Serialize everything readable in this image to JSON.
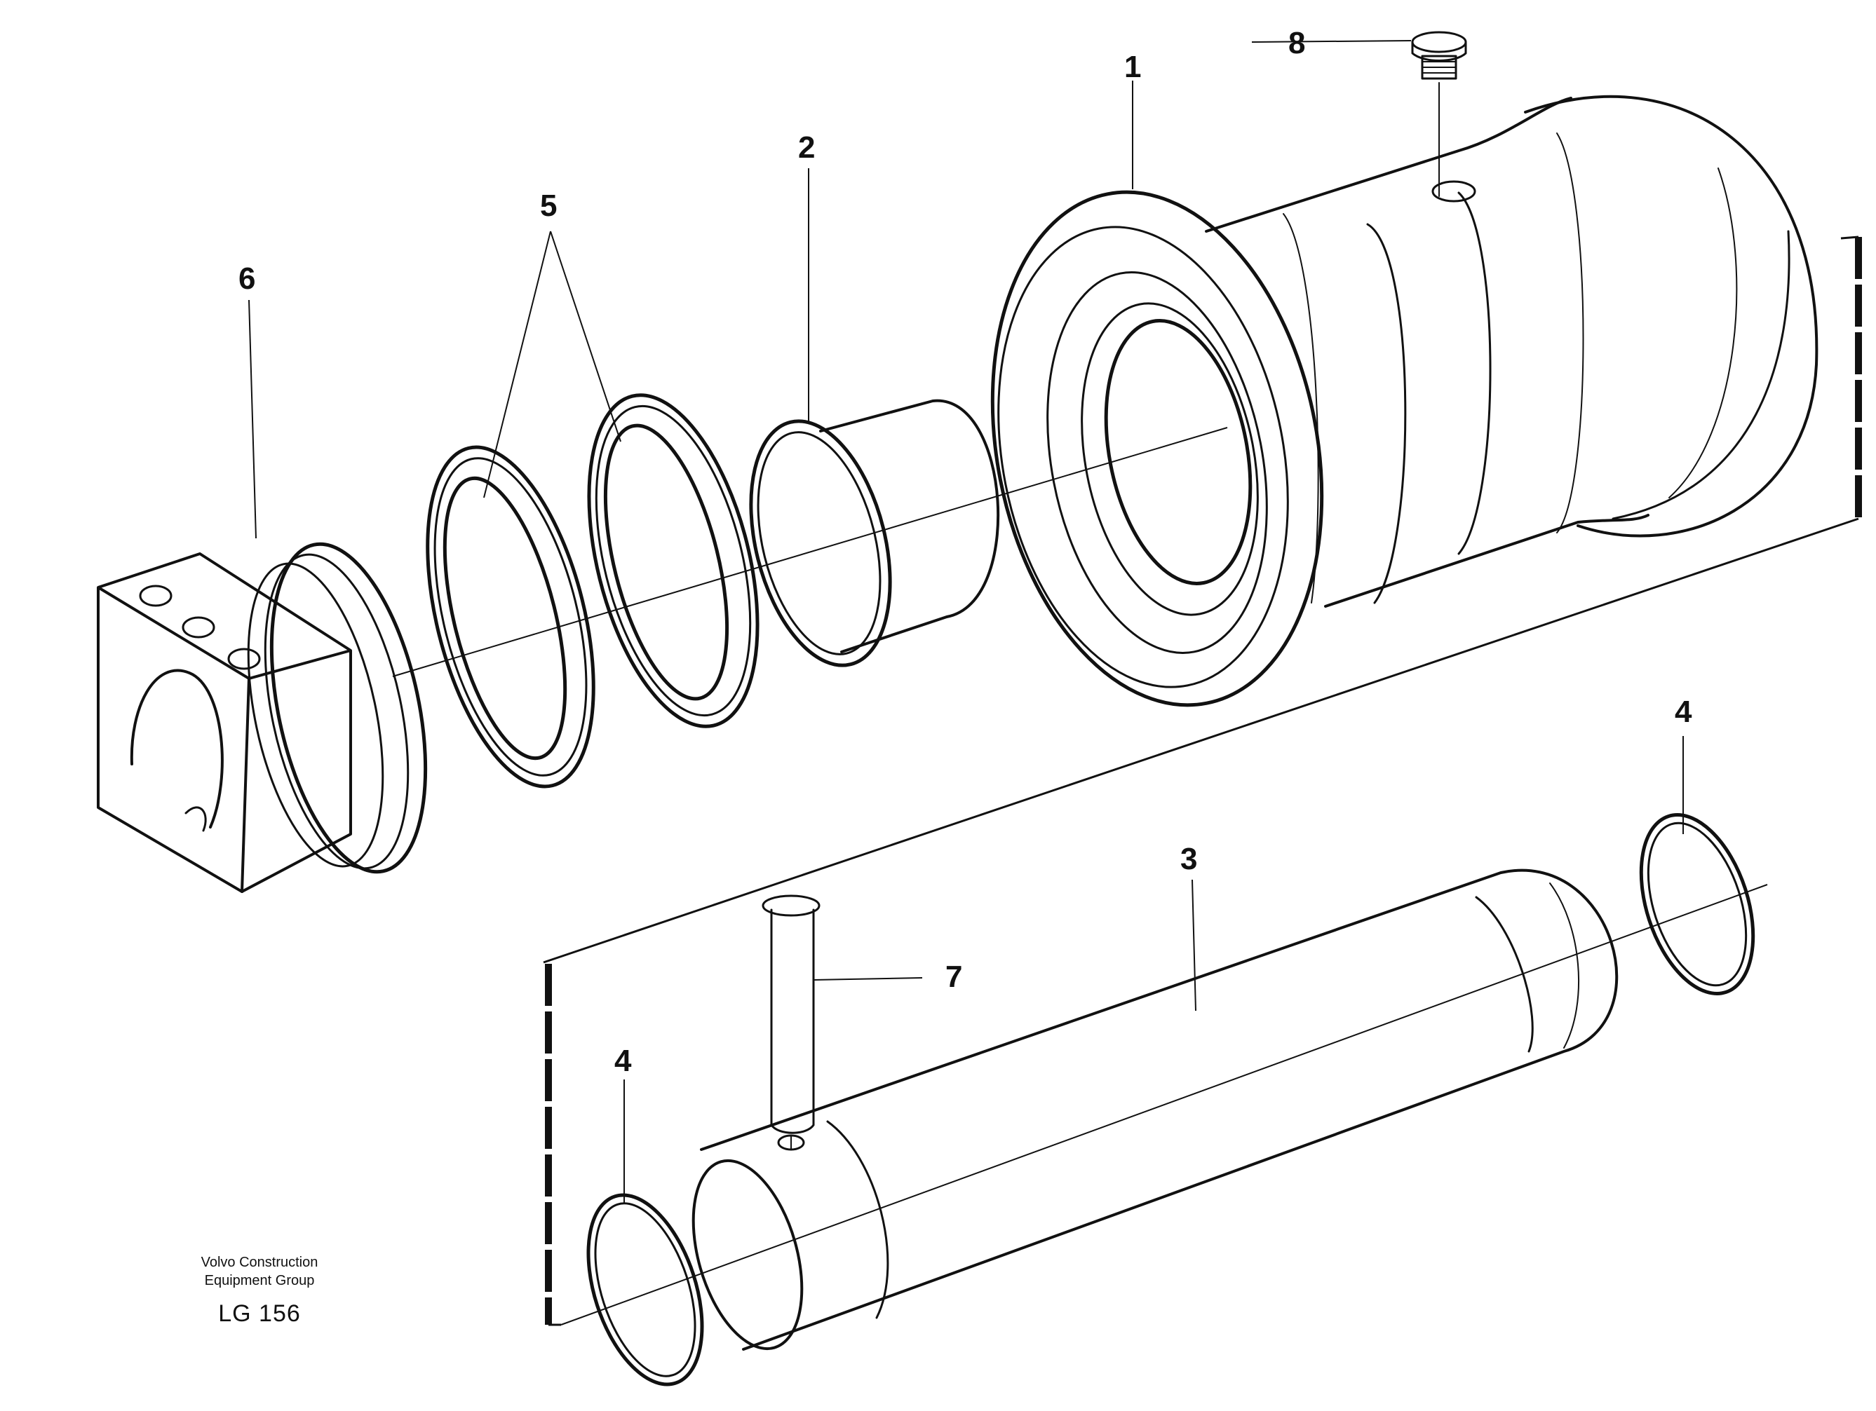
{
  "callouts": {
    "c1": "1",
    "c2": "2",
    "c3": "3",
    "c4a": "4",
    "c4b": "4",
    "c5": "5",
    "c6": "6",
    "c7": "7",
    "c8": "8"
  },
  "footer": {
    "brand_line1": "Volvo Construction",
    "brand_line2": "Equipment Group",
    "code": "LG 156"
  },
  "colors": {
    "ink": "#111111",
    "background": "#ffffff"
  }
}
